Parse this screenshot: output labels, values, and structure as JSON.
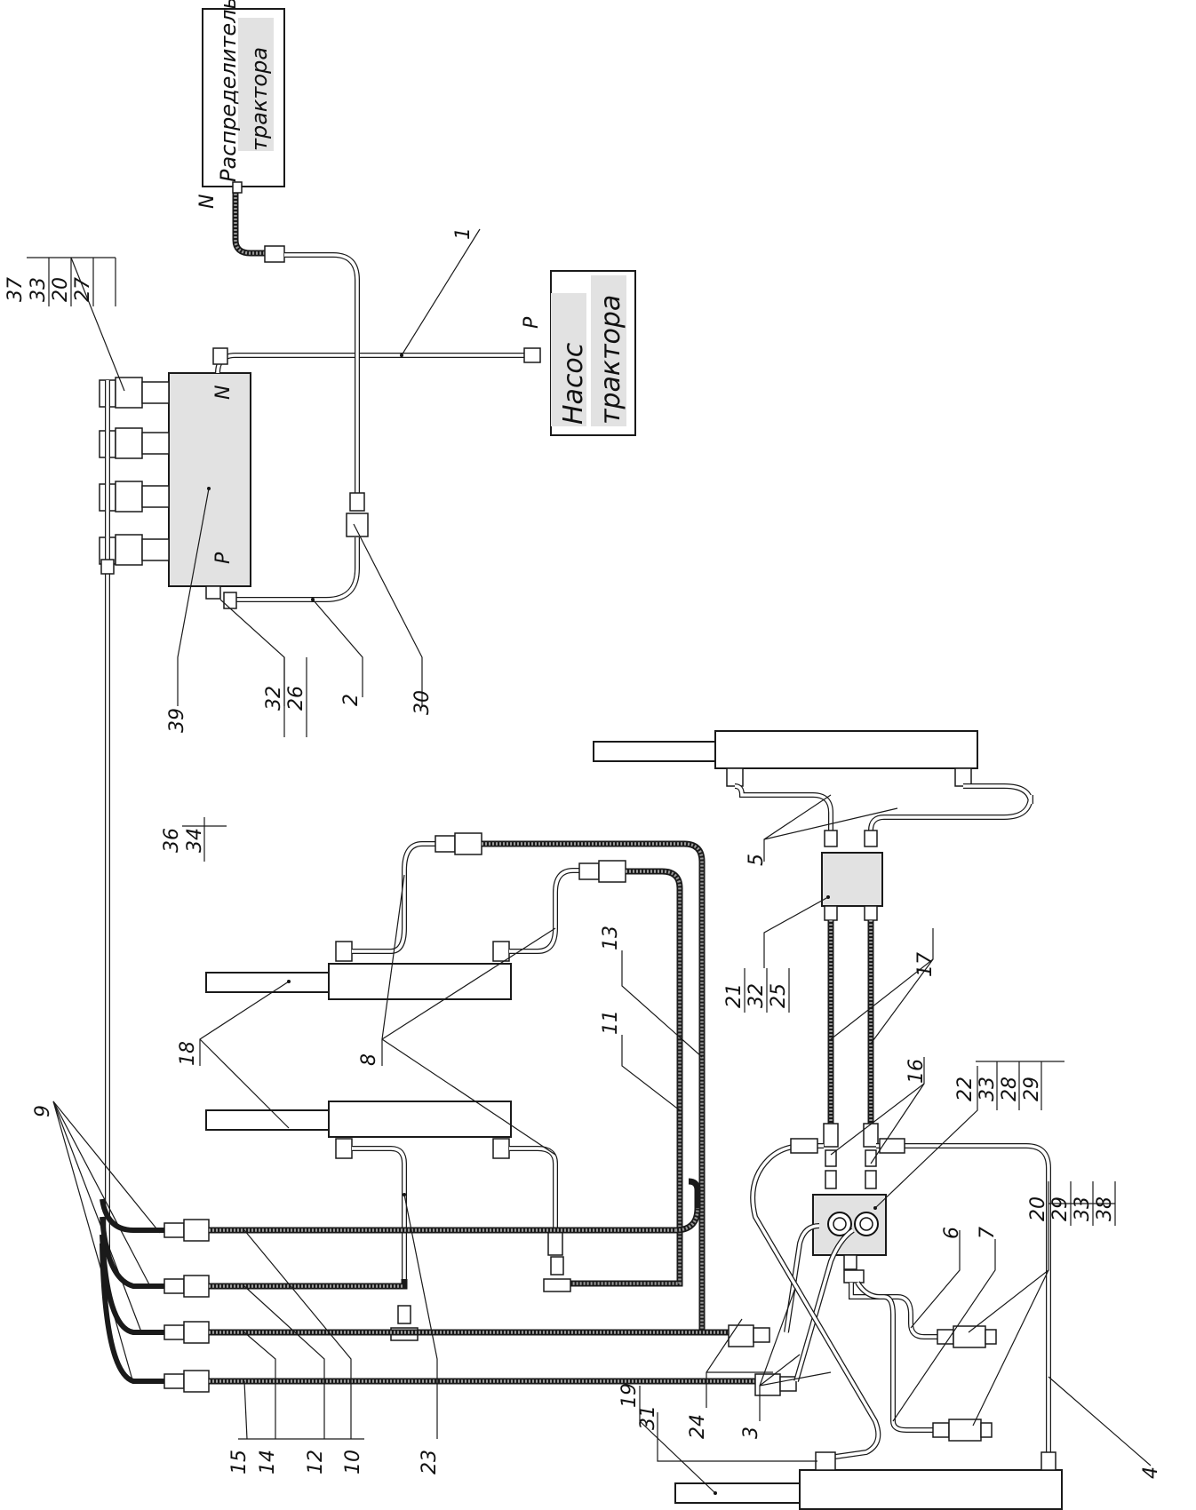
{
  "units": {
    "distributor": {
      "line1": "Распределитель",
      "line2": "трактора"
    },
    "pump": {
      "line1": "Насос",
      "line2": "трактора"
    }
  },
  "ports": {
    "N_top": "N",
    "P_pump": "P",
    "N_block": "N",
    "P_block": "P"
  },
  "stacks": {
    "s37": [
      "37",
      "33",
      "20",
      "27"
    ],
    "s32": [
      "32",
      "26"
    ],
    "s36": [
      "36",
      "34"
    ],
    "s21": [
      "21",
      "32",
      "25"
    ],
    "s22": [
      "22",
      "33",
      "28",
      "29"
    ],
    "s20": [
      "20",
      "29",
      "33",
      "38"
    ]
  },
  "labels": {
    "l1": "1",
    "l2": "2",
    "l30": "30",
    "l39": "39",
    "l5": "5",
    "l17": "17",
    "l16": "16",
    "l9": "9",
    "l18": "18",
    "l8": "8",
    "l13": "13",
    "l11": "11",
    "l15": "15",
    "l14": "14",
    "l12": "12",
    "l10": "10",
    "l23": "23",
    "l24": "24",
    "l3": "3",
    "l6": "6",
    "l7": "7",
    "l4": "4",
    "l19": "19",
    "l31": "31"
  }
}
